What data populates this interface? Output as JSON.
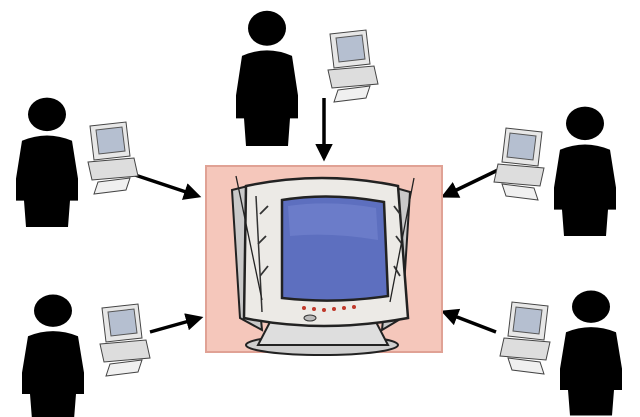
{
  "diagram": {
    "type": "network-star",
    "hub": {
      "name": "central-computer",
      "icon": "crt-monitor-icon",
      "panel_color": "#f5c7bb",
      "screen_color": "#5d6fbf",
      "bezel_color": "#eceae6"
    },
    "users": [
      {
        "id": "top",
        "icon": "person-at-workstation-icon"
      },
      {
        "id": "left-upper",
        "icon": "person-at-workstation-icon"
      },
      {
        "id": "left-lower",
        "icon": "person-at-workstation-icon"
      },
      {
        "id": "right-upper",
        "icon": "person-at-workstation-icon"
      },
      {
        "id": "right-lower",
        "icon": "person-at-workstation-icon"
      }
    ],
    "arrow_direction": "toward-hub",
    "colors": {
      "figure": "#000000",
      "workstation": "#e7e7e7",
      "workstation_screen": "#b5bfd0"
    }
  }
}
